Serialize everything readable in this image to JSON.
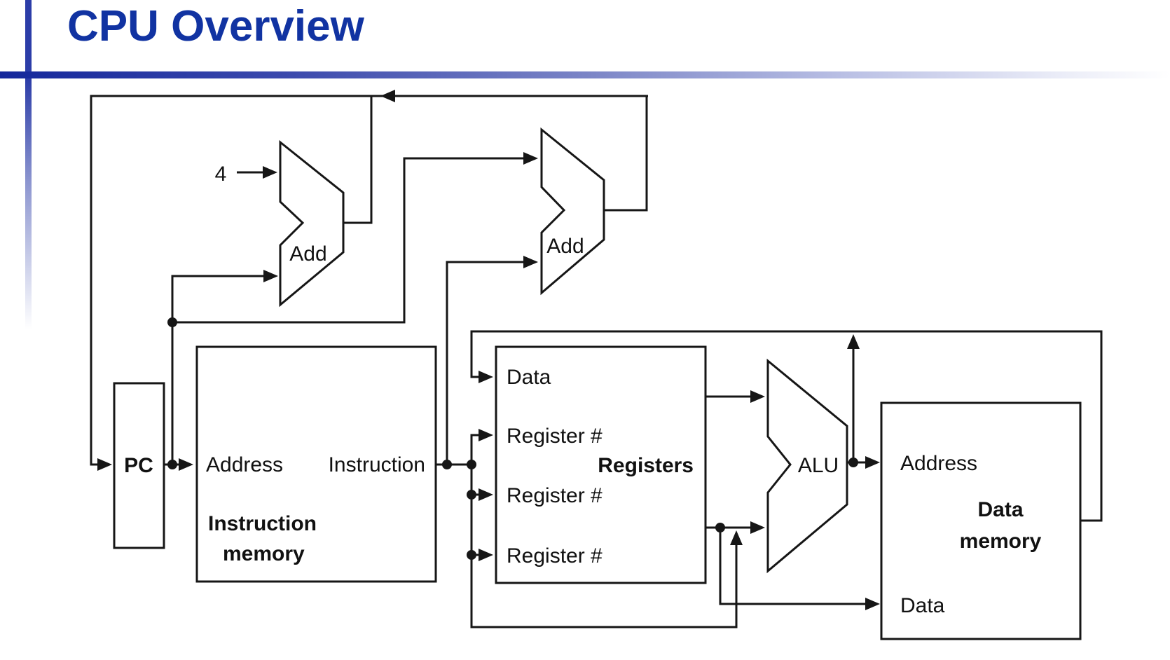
{
  "slide": {
    "title": "CPU Overview"
  },
  "colors": {
    "title_text": "#1133a2",
    "accent_bar_blue": "#2c3da8",
    "rule_gradient_start": "#14279b",
    "diagram_line": "#161616",
    "box_fill": "#ffffff",
    "background": "#ffffff"
  },
  "diagram": {
    "increment_value": "4",
    "pc_adder": {
      "label": "Add"
    },
    "branch_adder": {
      "label": "Add"
    },
    "pc": {
      "label": "PC"
    },
    "instruction_memory": {
      "address_label": "Address",
      "instruction_label": "Instruction",
      "name_line1": "Instruction",
      "name_line2": "memory"
    },
    "registers": {
      "data_label": "Data",
      "register_labels": [
        "Register #",
        "Register #",
        "Register #"
      ],
      "name": "Registers"
    },
    "alu": {
      "label": "ALU"
    },
    "data_memory": {
      "address_label": "Address",
      "name_line1": "Data",
      "name_line2": "memory",
      "data_label": "Data"
    }
  }
}
